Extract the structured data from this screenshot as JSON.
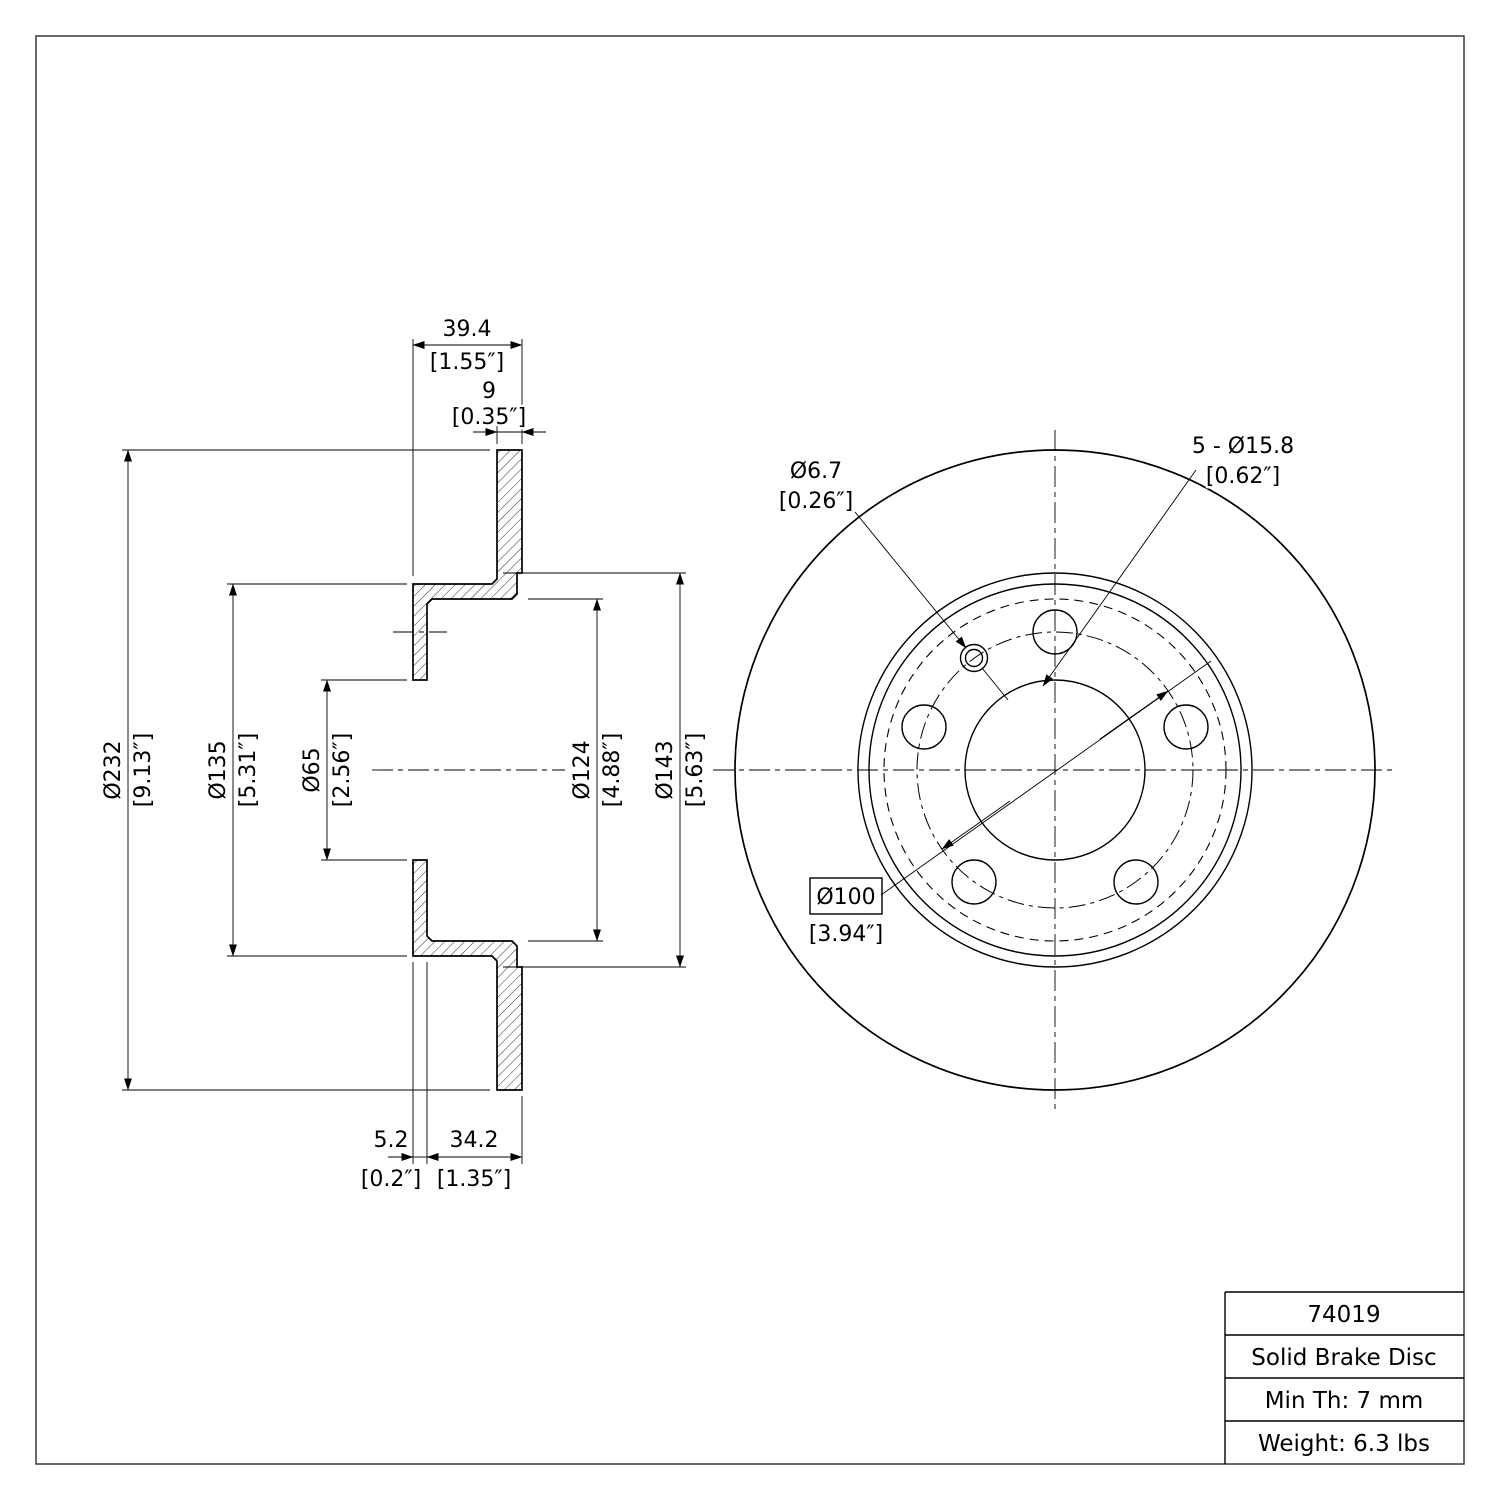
{
  "colors": {
    "line": "#000000",
    "background": "#ffffff"
  },
  "title_block": {
    "part_number": "74019",
    "part_name": "Solid Brake Disc",
    "min_thickness": "Min Th: 7 mm",
    "weight": "Weight: 6.3 lbs"
  },
  "section_view": {
    "overall_width": {
      "mm": "39.4",
      "in": "[1.55″]"
    },
    "disc_thickness": {
      "mm": "9",
      "in": "[0.35″]"
    },
    "outer_diameter": {
      "mm": "Ø232",
      "in": "[9.13″]"
    },
    "hat_diameter": {
      "mm": "Ø135",
      "in": "[5.31″]"
    },
    "center_bore": {
      "mm": "Ø65",
      "in": "[2.56″]"
    },
    "inner_diameter": {
      "mm": "Ø124",
      "in": "[4.88″]"
    },
    "pad_inner_diameter": {
      "mm": "Ø143",
      "in": "[5.63″]"
    },
    "hub_face_thickness": {
      "mm": "5.2",
      "in": "[0.2″]"
    },
    "hat_depth": {
      "mm": "34.2",
      "in": "[1.35″]"
    }
  },
  "front_view": {
    "pilot_hole": {
      "mm": "Ø6.7",
      "in": "[0.26″]"
    },
    "lug_holes": {
      "mm": "5 - Ø15.8",
      "in": "[0.62″]"
    },
    "bolt_circle": {
      "mm": "Ø100",
      "in": "[3.94″]"
    }
  }
}
